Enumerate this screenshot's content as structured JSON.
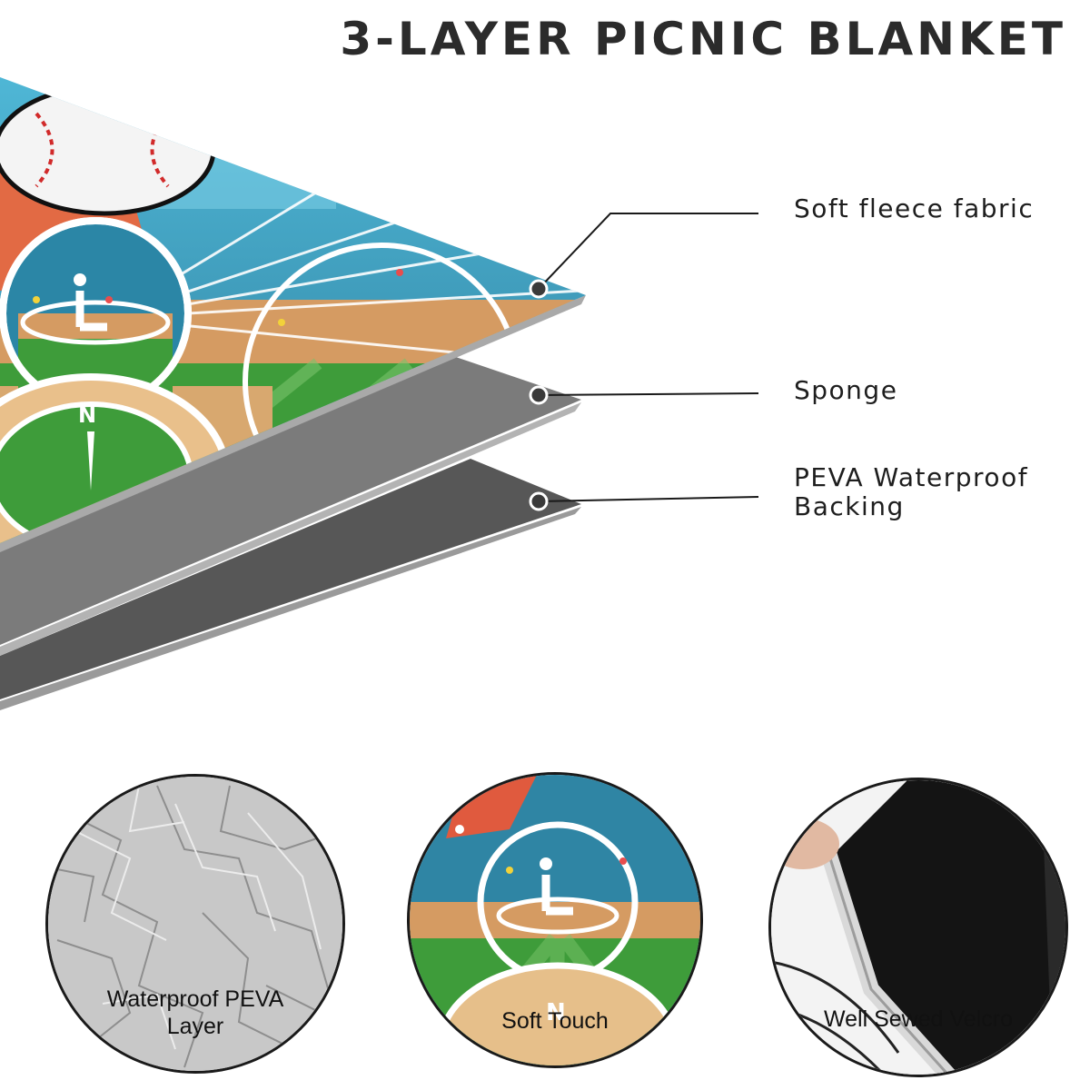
{
  "title": "3-LAYER PICNIC BLANKET",
  "layers": [
    {
      "label": "Soft fleece fabric"
    },
    {
      "label": "Sponge"
    },
    {
      "label": "PEVA Waterproof\nBacking"
    }
  ],
  "details": [
    {
      "caption": "Waterproof PEVA\nLayer"
    },
    {
      "caption": "Soft Touch"
    },
    {
      "caption": "Well Sewed Velcro"
    }
  ],
  "colors": {
    "sky": "#3aa6c8",
    "field": "#3f9e3a",
    "dirt": "#d39a63",
    "sponge": "#7c7c7c",
    "backing": "#585858",
    "baseball-stitch": "#d12a2a"
  }
}
